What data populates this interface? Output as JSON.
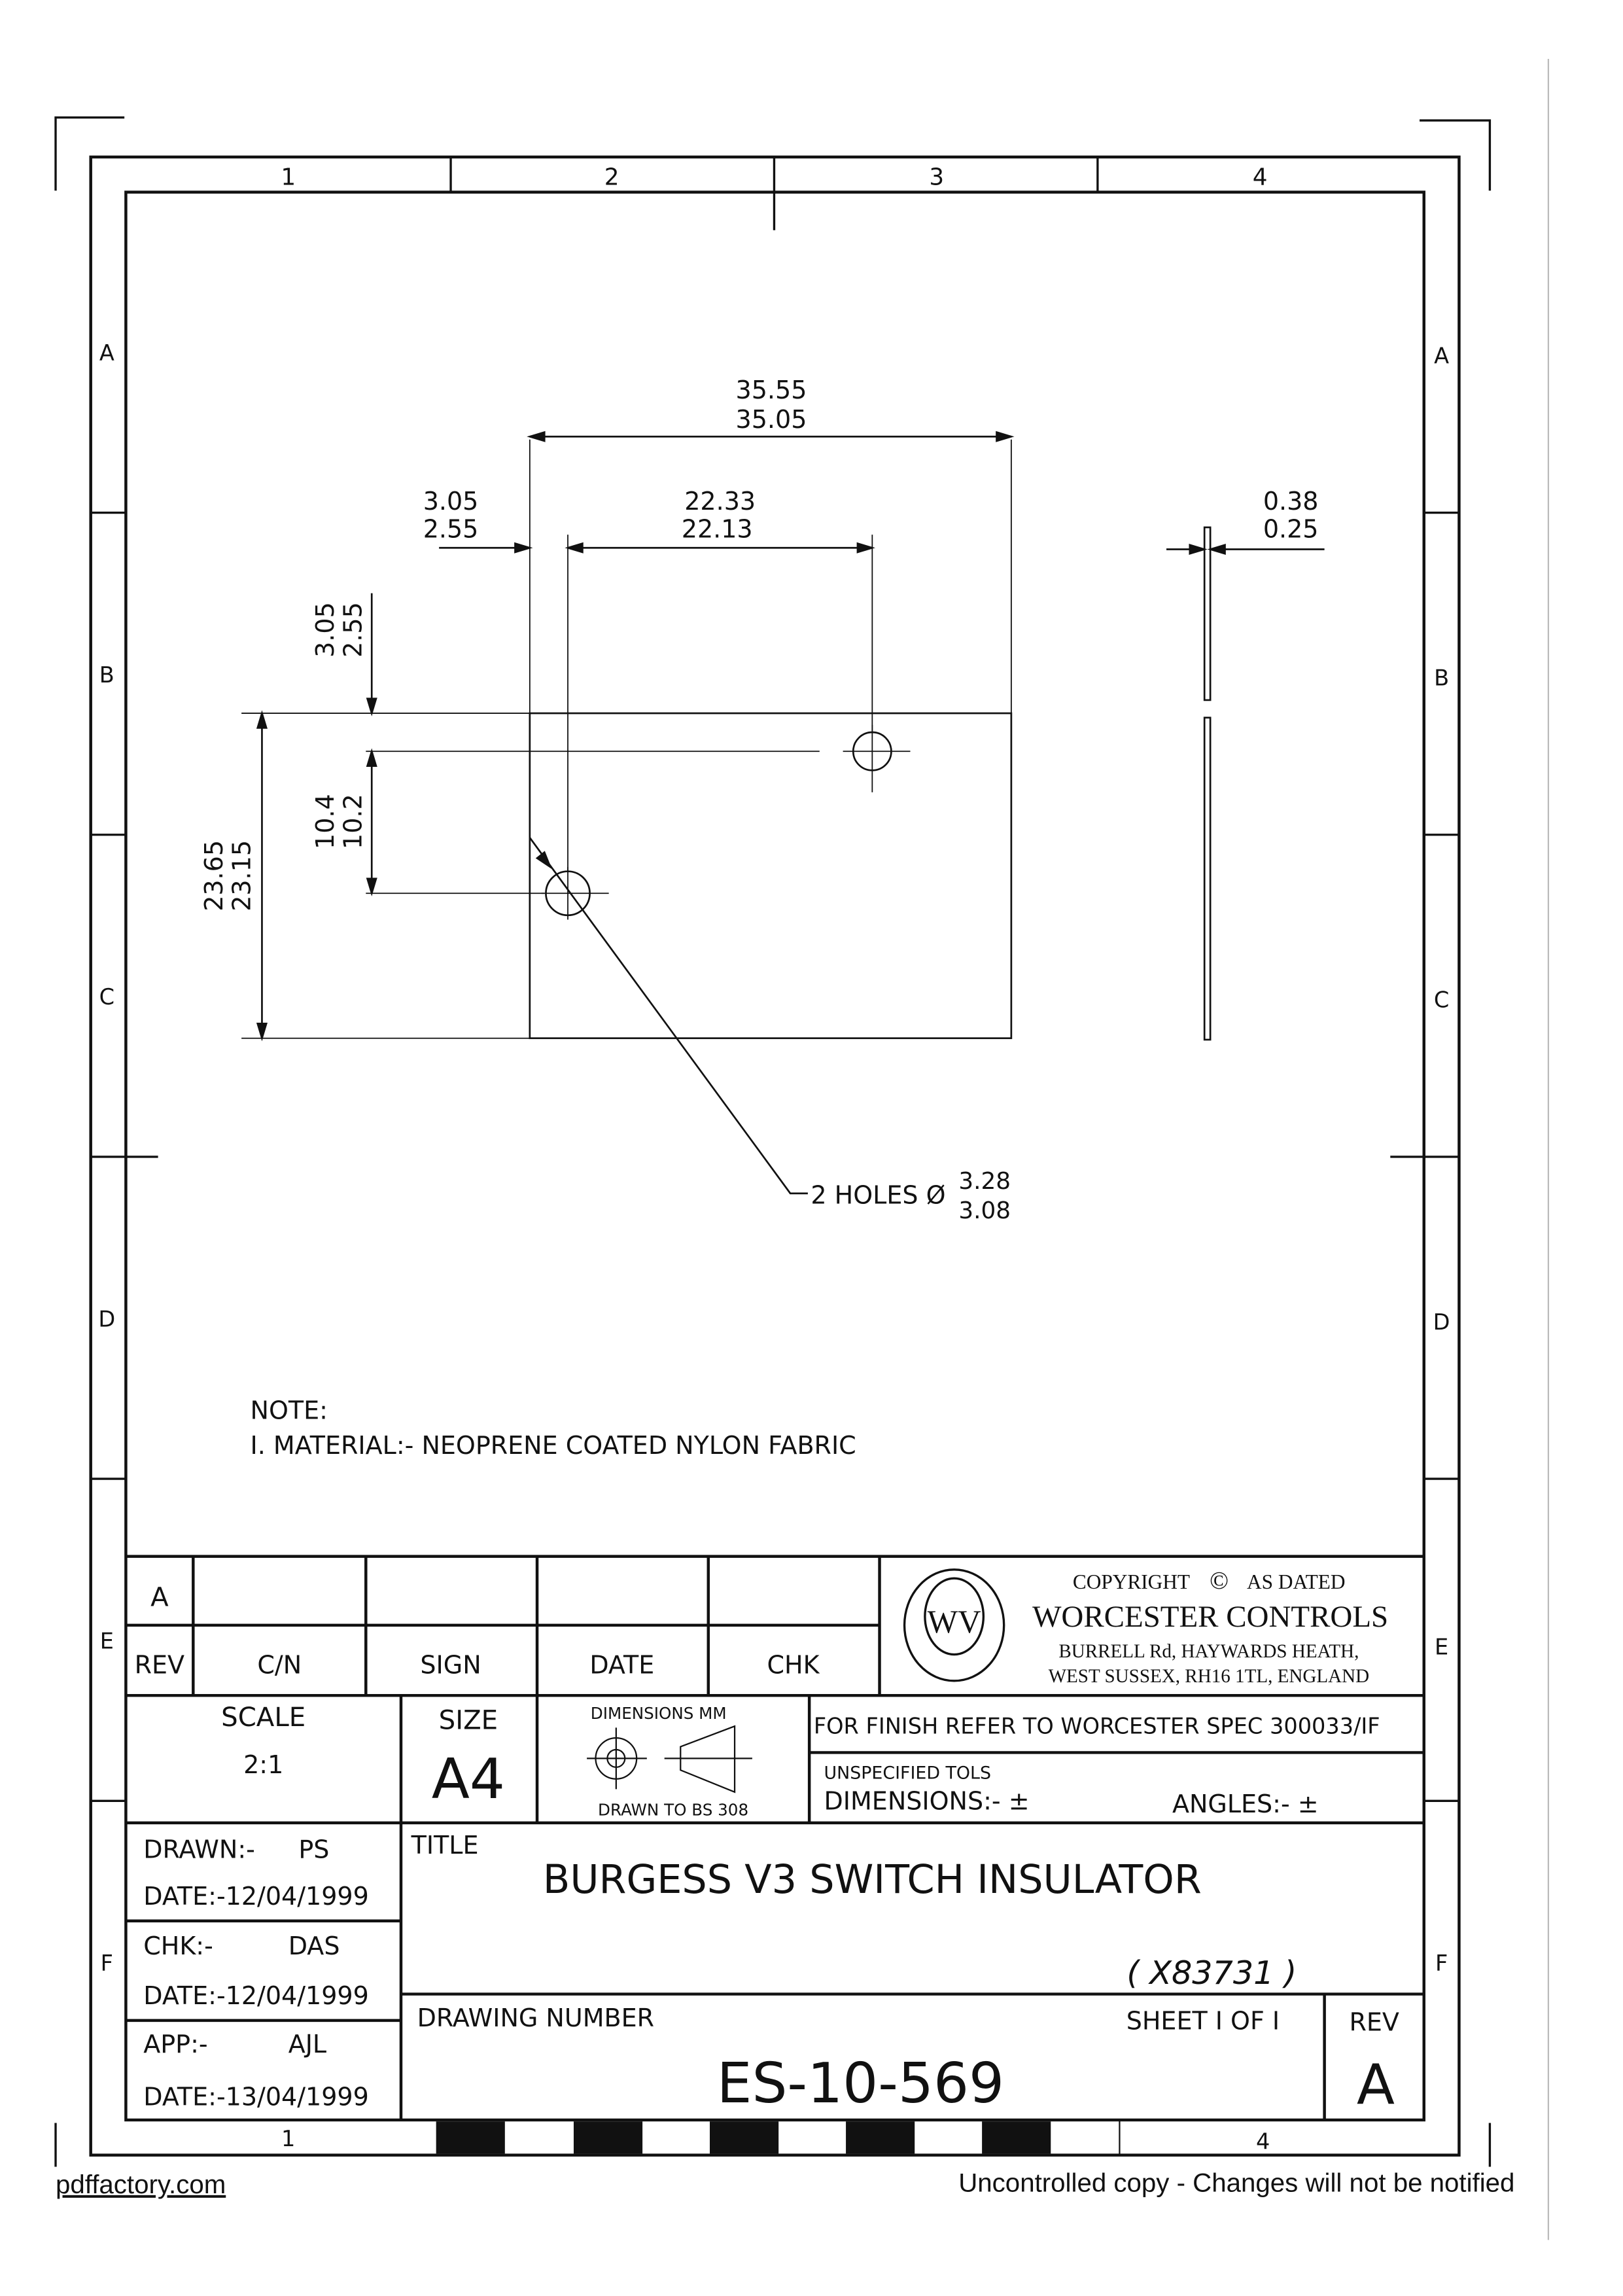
{
  "border": {
    "columns": [
      "1",
      "2",
      "3",
      "4"
    ],
    "rows": [
      "A",
      "B",
      "C",
      "D",
      "E",
      "F"
    ],
    "bottom_columns": [
      "1",
      "4"
    ]
  },
  "drawing": {
    "overall_width": {
      "max": "35.55",
      "min": "35.05"
    },
    "hole_offset_x": {
      "max": "3.05",
      "min": "2.55"
    },
    "hole_spacing_x": {
      "max": "22.33",
      "min": "22.13"
    },
    "thickness": {
      "max": "0.38",
      "min": "0.25"
    },
    "hole_offset_y": {
      "max": "3.05",
      "min": "2.55"
    },
    "hole_spacing_y": {
      "max": "10.4",
      "min": "10.2"
    },
    "overall_height": {
      "max": "23.65",
      "min": "23.15"
    },
    "holes_label": "2 HOLES Ø",
    "holes_dia": {
      "max": "3.28",
      "min": "3.08"
    }
  },
  "note": {
    "heading": "NOTE:",
    "line1": "I.  MATERIAL:- NEOPRENE COATED NYLON FABRIC"
  },
  "revision_table": {
    "row_rev": "A",
    "headers": [
      "REV",
      "C/N",
      "SIGN",
      "DATE",
      "CHK"
    ]
  },
  "company": {
    "copyright": "COPYRIGHT",
    "copyright_symbol": "©",
    "as_dated": "AS DATED",
    "name": "WORCESTER CONTROLS",
    "address1": "BURRELL Rd,  HAYWARDS HEATH,",
    "address2": "WEST SUSSEX, RH16 1TL, ENGLAND",
    "logo_letters": "WV"
  },
  "scale": {
    "label": "SCALE",
    "value": "2:1"
  },
  "size": {
    "label": "SIZE",
    "value": "A4"
  },
  "dimensions_info": {
    "top": "DIMENSIONS MM",
    "bottom": "DRAWN TO BS 308"
  },
  "finish": "FOR  FINISH REFER TO WORCESTER SPEC 300033/IF",
  "tolerances": {
    "heading": "UNSPECIFIED TOLS",
    "dimensions": "DIMENSIONS:- ±",
    "angles": "ANGLES:- ±"
  },
  "approvals": {
    "drawn_label": "DRAWN:-",
    "drawn_by": "PS",
    "drawn_date": "DATE:-12/04/1999",
    "chk_label": "CHK:-",
    "chk_by": "DAS",
    "chk_date": "DATE:-12/04/1999",
    "app_label": "APP:-",
    "app_by": "AJL",
    "app_date": "DATE:-13/04/1999"
  },
  "title": {
    "label": "TITLE",
    "value": "BURGESS V3 SWITCH INSULATOR",
    "handwritten": "( X83731 )"
  },
  "drawing_number": {
    "label": "DRAWING NUMBER",
    "value": "ES-10-569",
    "sheet": "SHEET  I  OF  I",
    "rev_label": "REV",
    "rev": "A"
  },
  "footer": {
    "left": "pdffactory.com",
    "right": "Uncontrolled copy - Changes will not be notified"
  }
}
